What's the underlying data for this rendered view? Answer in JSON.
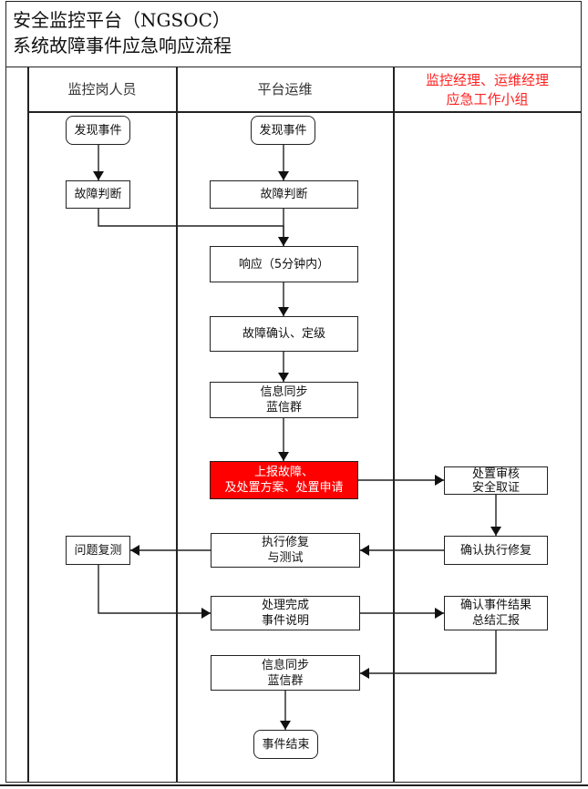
{
  "title": {
    "line1": "安全监控平台（NGSOC）",
    "line2": "系统故障事件应急响应流程"
  },
  "lanes": [
    {
      "label": "监控岗人员",
      "color": "#333333"
    },
    {
      "label": "平台运维",
      "color": "#333333"
    },
    {
      "label_line1": "监控经理、运维经理",
      "label_line2": "应急工作小组",
      "color": "#ff2020"
    }
  ],
  "nodes": {
    "mon_discover": {
      "text": "发现事件",
      "shape": "rounded"
    },
    "mon_judge": {
      "text": "故障判断",
      "shape": "rect"
    },
    "mon_retest": {
      "text": "问题复测",
      "shape": "rect"
    },
    "ops_discover": {
      "text": "发现事件",
      "shape": "rounded"
    },
    "ops_judge": {
      "text": "故障判断",
      "shape": "rect"
    },
    "ops_respond": {
      "text": "响应（5分钟内）",
      "shape": "rect"
    },
    "ops_confirm": {
      "text": "故障确认、定级",
      "shape": "rect"
    },
    "ops_sync1": {
      "line1": "信息同步",
      "line2": "蓝信群",
      "shape": "rect"
    },
    "ops_report": {
      "line1": "上报故障、",
      "line2": "及处置方案、处置申请",
      "shape": "rect",
      "fill": "#ff0000"
    },
    "ops_repair": {
      "line1": "执行修复",
      "line2": "与测试",
      "shape": "rect"
    },
    "ops_done": {
      "line1": "处理完成",
      "line2": "事件说明",
      "shape": "rect"
    },
    "ops_sync2": {
      "line1": "信息同步",
      "line2": "蓝信群",
      "shape": "rect"
    },
    "ops_end": {
      "text": "事件结束",
      "shape": "rounded"
    },
    "mgr_review": {
      "line1": "处置审核",
      "line2": "安全取证",
      "shape": "rect"
    },
    "mgr_confirm_repair": {
      "text": "确认执行修复",
      "shape": "rect"
    },
    "mgr_confirm_result": {
      "line1": "确认事件结果",
      "line2": "总结汇报",
      "shape": "rect"
    }
  },
  "edges": [
    {
      "from": "mon_discover",
      "to": "mon_judge"
    },
    {
      "from": "mon_judge",
      "to": "ops_respond"
    },
    {
      "from": "ops_discover",
      "to": "ops_judge"
    },
    {
      "from": "ops_judge",
      "to": "ops_respond"
    },
    {
      "from": "ops_respond",
      "to": "ops_confirm"
    },
    {
      "from": "ops_confirm",
      "to": "ops_sync1"
    },
    {
      "from": "ops_sync1",
      "to": "ops_report"
    },
    {
      "from": "ops_report",
      "to": "mgr_review"
    },
    {
      "from": "mgr_review",
      "to": "mgr_confirm_repair"
    },
    {
      "from": "mgr_confirm_repair",
      "to": "ops_repair"
    },
    {
      "from": "ops_repair",
      "to": "mon_retest"
    },
    {
      "from": "mon_retest",
      "to": "ops_done"
    },
    {
      "from": "ops_done",
      "to": "mgr_confirm_result"
    },
    {
      "from": "mgr_confirm_result",
      "to": "ops_sync2"
    },
    {
      "from": "ops_sync2",
      "to": "ops_end"
    }
  ],
  "colors": {
    "line": "#222222",
    "highlight": "#ff0000",
    "lane_head_red": "#ff2020"
  }
}
